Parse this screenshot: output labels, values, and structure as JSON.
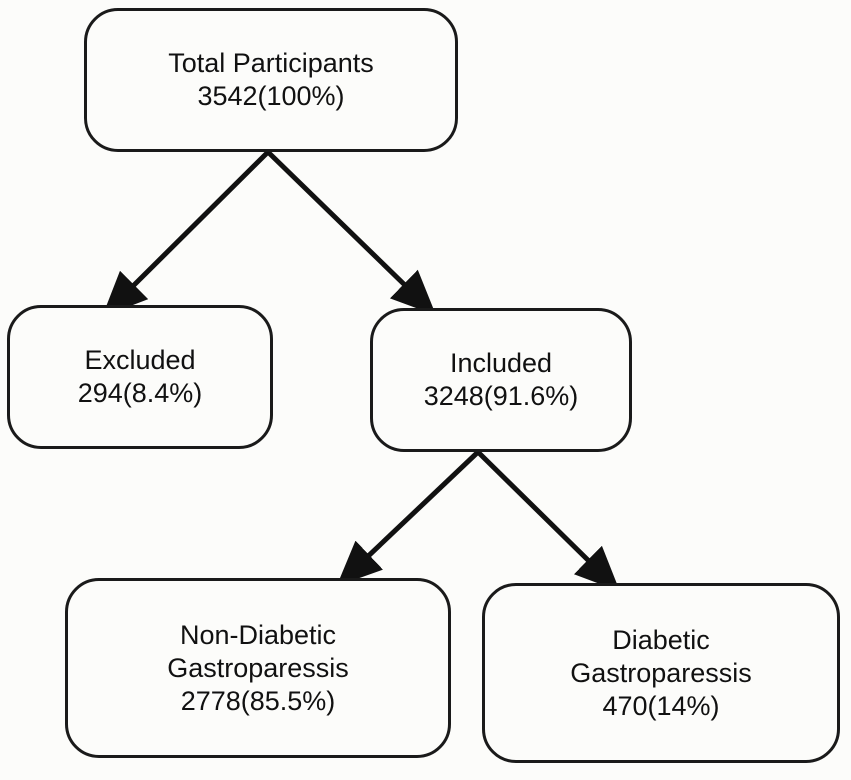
{
  "nodes": {
    "total": {
      "label": "Total Participants",
      "value": "3542(100%)"
    },
    "excluded": {
      "label": "Excluded",
      "value": "294(8.4%)"
    },
    "included": {
      "label": "Included",
      "value": "3248(91.6%)"
    },
    "non_diabetic": {
      "label_line1": "Non-Diabetic",
      "label_line2": "Gastroparessis",
      "value": "2778(85.5%)"
    },
    "diabetic": {
      "label_line1": "Diabetic",
      "label_line2": "Gastroparessis",
      "value": "470(14%)"
    }
  },
  "edges": [
    {
      "from": "total",
      "to": "excluded"
    },
    {
      "from": "total",
      "to": "included"
    },
    {
      "from": "included",
      "to": "non_diabetic"
    },
    {
      "from": "included",
      "to": "diabetic"
    }
  ],
  "colors": {
    "stroke": "#1a1a1a",
    "background": "#fcfcfa"
  }
}
